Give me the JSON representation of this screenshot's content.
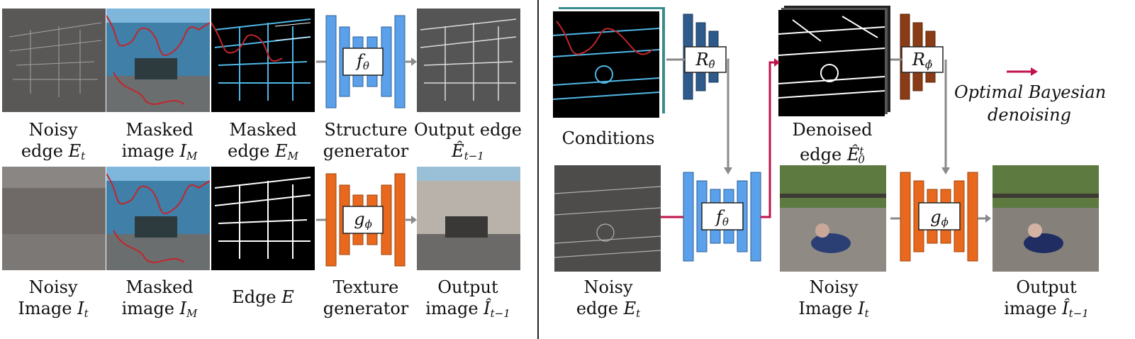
{
  "left_top_labels": [
    {
      "line1": "Noisy",
      "line2": "edge ",
      "var": "E",
      "sub": "t"
    },
    {
      "line1": "Masked",
      "line2": "image ",
      "var": "I",
      "sub": "M"
    },
    {
      "line1": "Masked",
      "line2": "edge ",
      "var": "E",
      "sub": "M"
    },
    {
      "line1": "Structure",
      "line2": "generator",
      "var": "",
      "sub": ""
    },
    {
      "line1": "Output edge",
      "line2": "",
      "var": "Ê",
      "sub": "t−1"
    }
  ],
  "left_bottom_labels": [
    {
      "line1": "Noisy",
      "line2": "Image ",
      "var": "I",
      "sub": "t"
    },
    {
      "line1": "Masked",
      "line2": "image ",
      "var": "I",
      "sub": "M"
    },
    {
      "line1": "Edge ",
      "line2": "",
      "var": "E",
      "sub": ""
    },
    {
      "line1": "Texture",
      "line2": "generator",
      "var": "",
      "sub": ""
    },
    {
      "line1": "Output",
      "line2": "image ",
      "var": "Î",
      "sub": "t−1"
    }
  ],
  "right_labels": {
    "conditions": "Conditions",
    "noisy_edge": {
      "line1": "Noisy",
      "line2": "edge ",
      "var": "E",
      "sub": "t"
    },
    "denoised_edge": {
      "line1": "Denoised",
      "line2": "edge ",
      "var": "Ê",
      "sub": "0",
      "sup": "t"
    },
    "noisy_image": {
      "line1": "Noisy",
      "line2": "Image ",
      "var": "I",
      "sub": "t"
    },
    "output_image": {
      "line1": "Output",
      "line2": "image ",
      "var": "Î",
      "sub": "t−1"
    }
  },
  "network_labels": {
    "f": "f",
    "f_sub": "θ",
    "g": "g",
    "g_sub": "ϕ",
    "R_theta": "R",
    "R_theta_sub": "θ̂",
    "R_phi": "R",
    "R_phi_sub": "ϕ̂"
  },
  "legend": {
    "line1": "Optimal Bayesian",
    "line2": "denoising",
    "arrow_color": "#c0134a"
  },
  "colors": {
    "blue_net": "#5aa0ea",
    "orange_net": "#e8691e",
    "dark_blue_net": "#2f5a8c",
    "brown_net": "#8a3c16",
    "gray_arrow": "#8a8a8a",
    "red_arrow": "#c0134a"
  }
}
